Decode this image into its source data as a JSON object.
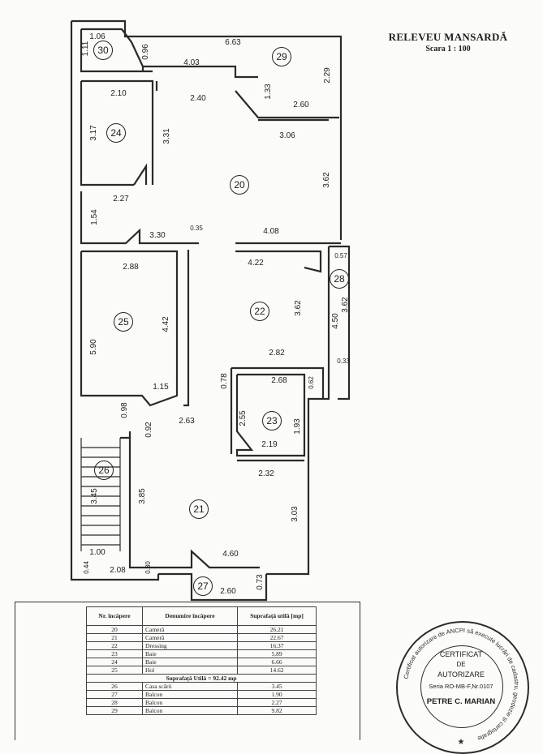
{
  "header": {
    "title": "RELEVEU MANSARDĂ",
    "scale": "Scara 1 : 100"
  },
  "rooms": [
    {
      "id": "r20",
      "number": "20"
    },
    {
      "id": "r21",
      "number": "21"
    },
    {
      "id": "r22",
      "number": "22"
    },
    {
      "id": "r23",
      "number": "23"
    },
    {
      "id": "r24",
      "number": "24"
    },
    {
      "id": "r25",
      "number": "25"
    },
    {
      "id": "r26",
      "number": "26"
    },
    {
      "id": "r27",
      "number": "27"
    },
    {
      "id": "r28",
      "number": "28"
    },
    {
      "id": "r29",
      "number": "29"
    },
    {
      "id": "r30",
      "number": "30"
    }
  ],
  "dimensions": {
    "d106": "1.06",
    "d111": "1.11",
    "d096": "0.96",
    "d663": "6.63",
    "d229": "2.29",
    "d403": "4.03",
    "d240": "2.40",
    "d133": "1.33",
    "d260a": "2.60",
    "d210": "2.10",
    "d317": "3.17",
    "d331": "3.31",
    "d306": "3.06",
    "d362a": "3.62",
    "d227": "2.27",
    "d154": "1.54",
    "d330": "3.30",
    "d035": "0.35",
    "d408": "4.08",
    "d057": "0.57",
    "d288": "2.88",
    "d422": "4.22",
    "d442": "4.42",
    "d590": "5.90",
    "d362b": "3.62",
    "d450": "4.50",
    "d362c": "3.62",
    "d282": "2.82",
    "d033": "0.33",
    "d115": "1.15",
    "d078": "0.78",
    "d268": "2.68",
    "d062": "0.62",
    "d098": "0.98",
    "d092": "0.92",
    "d263": "2.63",
    "d255": "2.55",
    "d193": "1.93",
    "d219": "2.19",
    "d232": "2.32",
    "d345": "3.45",
    "d385": "3.85",
    "d303": "3.03",
    "d100": "1.00",
    "d460": "4.60",
    "d044": "0.44",
    "d208": "2.08",
    "d030": "0.30",
    "d260b": "2.60",
    "d073": "0.73"
  },
  "table": {
    "headers": [
      "Nr. încăpere",
      "Denumire încăpere",
      "Suprafață utilă [mp]"
    ],
    "rows": [
      [
        "20",
        "Cameră",
        "26.21"
      ],
      [
        "21",
        "Cameră",
        "22.67"
      ],
      [
        "22",
        "Dressing",
        "16.37"
      ],
      [
        "23",
        "Baie",
        "5.89"
      ],
      [
        "24",
        "Baie",
        "6.66"
      ],
      [
        "25",
        "Hol",
        "14.62"
      ]
    ],
    "total_label": "Suprafață Utilă = 92.42 mp",
    "rows2": [
      [
        "26",
        "Casa scării",
        "3.45"
      ],
      [
        "27",
        "Balcon",
        "1.90"
      ],
      [
        "28",
        "Balcon",
        "2.27"
      ],
      [
        "29",
        "Balcon",
        "9.82"
      ]
    ]
  },
  "stamp": {
    "line1": "CERTIFICAT",
    "line2": "DE",
    "line3": "AUTORIZARE",
    "series": "Seria RO-MB-F,Nr.0107",
    "name": "PETRE C. MARIAN",
    "ring_text": "Certificat autorizare de ANCPI să execute lucrări de cadastru, geodezie și cartografie"
  }
}
